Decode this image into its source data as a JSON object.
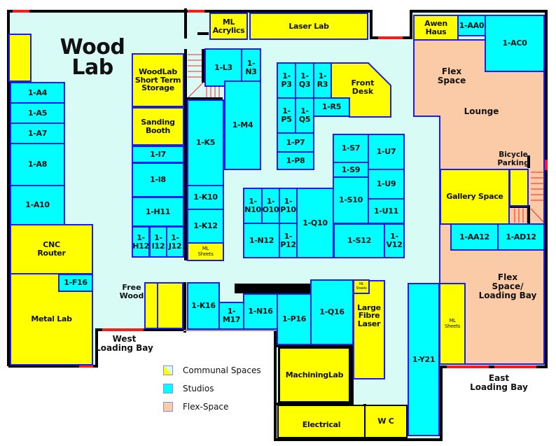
{
  "title": "Wood\nLab",
  "colors": {
    "floor": "#d8fbf5",
    "studio": "#00ffff",
    "communal": "#ffff00",
    "flex": "#fbcba8",
    "border": "#1b1bf0",
    "wall": "#000000",
    "door": "#ff0000"
  },
  "areas": {
    "west_loading_bay": "West\nLoading Bay",
    "east_loading_bay": "East\nLoading Bay",
    "free_wood": "Free\nWood",
    "bicycle_parking": "Bicycle\nParking",
    "flex_space": "Flex\nSpace",
    "lounge": "Lounge",
    "flex_loading": "Flex\nSpace/\nLoading Bay"
  },
  "rooms": {
    "a4": "1-A4",
    "a5": "1-A5",
    "a7": "1-A7",
    "a8": "1-A8",
    "a10": "1-A10",
    "cnc": "CNC\nRouter",
    "metal": "Metal Lab",
    "f16": "1-F16",
    "storage": "WoodLab\nShort Term\nStorage",
    "sanding": "Sanding\nBooth",
    "i7": "1-I7",
    "i8": "1-I8",
    "h11": "1-H11",
    "h12": "1-\nH12",
    "i12": "1-\nI12",
    "j12": "1-\nJ12",
    "l3": "1-L3",
    "n3": "1-\nN3",
    "m4": "1-M4",
    "k5": "1-K5",
    "k10": "1-K10",
    "k12": "1-K12",
    "ml_sheets_k": "ML\nSheets",
    "acrylics": "ML\nAcrylics",
    "laser": "Laser Lab",
    "awen": "Awen\nHaus",
    "aa0": "1-AA0",
    "ac0": "1-AC0",
    "gallery": "Gallery Space",
    "aa12": "1-AA12",
    "ad12": "1-AD12",
    "ml_sheets_r": "ML\nSheets",
    "y21": "1-Y21",
    "p3": "1-\nP3",
    "q3": "1-\nQ3",
    "r3": "1-\nR3",
    "front_desk": "Front\nDesk",
    "p5": "1-\nP5",
    "q5": "1-\nQ5",
    "r5": "1-R5",
    "p7": "1-P7",
    "p8": "1-P8",
    "s7": "1-S7",
    "u7": "1-U7",
    "s9": "1-S9",
    "u9": "1-U9",
    "u11": "1-U11",
    "s10": "1-S10",
    "s12": "1-S12",
    "v12": "1-\nV12",
    "n10": "1-\nN10",
    "o10": "1-\nO10",
    "p10": "1-\nP10",
    "n12": "1-N12",
    "p12": "1-\nP12",
    "q10": "1-Q10",
    "k16": "1-K16",
    "m17": "1-M17",
    "n16": "1-N16",
    "p16": "1-P16",
    "q16": "1-Q16",
    "ml_sheets_s": "ML\nSheets",
    "fibre": "Large\nFibre\nLaser",
    "machining": "MachiningLab",
    "electrical": "Electrical",
    "wc": "W C"
  },
  "legend": [
    {
      "label": "Communal Spaces",
      "swatch": "communal"
    },
    {
      "label": "Studios",
      "swatch": "studio"
    },
    {
      "label": "Flex-Space",
      "swatch": "flex"
    }
  ]
}
